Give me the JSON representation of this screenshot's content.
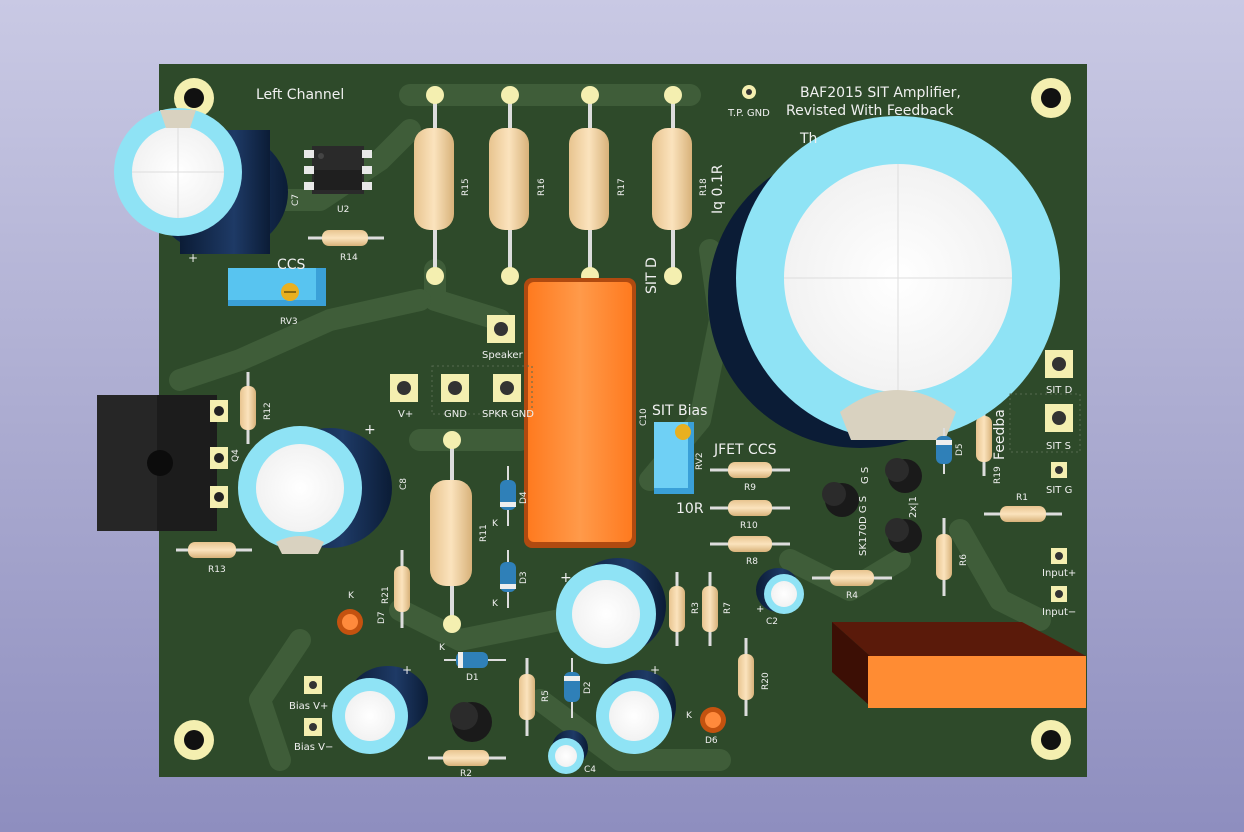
{
  "board": {
    "title_line1": "BAF2015 SIT Amplifier,",
    "title_line2": "Revisted With Feedback",
    "title_line3": "Th",
    "channel": "Left Channel"
  },
  "labels": {
    "tp_gnd": "T.P. GND",
    "ccs": "CCS",
    "speaker": "Speaker",
    "vplus": "V+",
    "gnd": "GND",
    "spkr_gnd": "SPKR GND",
    "sit_d_vertical": "SIT D",
    "iq": "Iq 0.1R",
    "sit_bias": "SIT Bias",
    "jfet_ccs": "JFET CCS",
    "ten_r": "10R",
    "feedback": "Feedba",
    "sk170": "SK170",
    "dgs": "D   G   S",
    "two_x": "2x|1",
    "gs": "G   S",
    "sit_d": "SIT D",
    "sit_s": "SIT S",
    "sit_g": "SIT G",
    "input_plus": "Input+",
    "input_minus": "Input−",
    "bias_vplus": "Bias V+",
    "bias_vminus": "Bias V−",
    "k": "K"
  },
  "refs": {
    "c7": "C7",
    "u2": "U2",
    "r14": "R14",
    "rv3": "RV3",
    "r15": "R15",
    "r16": "R16",
    "r17": "R17",
    "r18": "R18",
    "r12": "R12",
    "q4": "Q4",
    "c8": "C8",
    "r13": "R13",
    "r11": "R11",
    "r21": "R21",
    "d7": "D7",
    "d3": "D3",
    "d4": "D4",
    "c10": "C10",
    "rv2": "RV2",
    "r9": "R9",
    "r10": "R10",
    "r8": "R8",
    "d5": "D5",
    "r19": "R19",
    "r1": "R1",
    "r6": "R6",
    "r4": "R4",
    "c2": "C2",
    "r3": "R3",
    "r7": "R7",
    "r20": "R20",
    "d1": "D1",
    "d2": "D2",
    "r5": "R5",
    "r2": "R2",
    "c4": "C4",
    "d6": "D6"
  },
  "colors": {
    "pcb": "#2e4a2a",
    "trace": "#3f5d39",
    "silkscreen": "#f0f0f0",
    "pad": "#d6c98a",
    "capacitor_cyan": "#8fe3f5",
    "film_cap": "#ff8c33"
  }
}
